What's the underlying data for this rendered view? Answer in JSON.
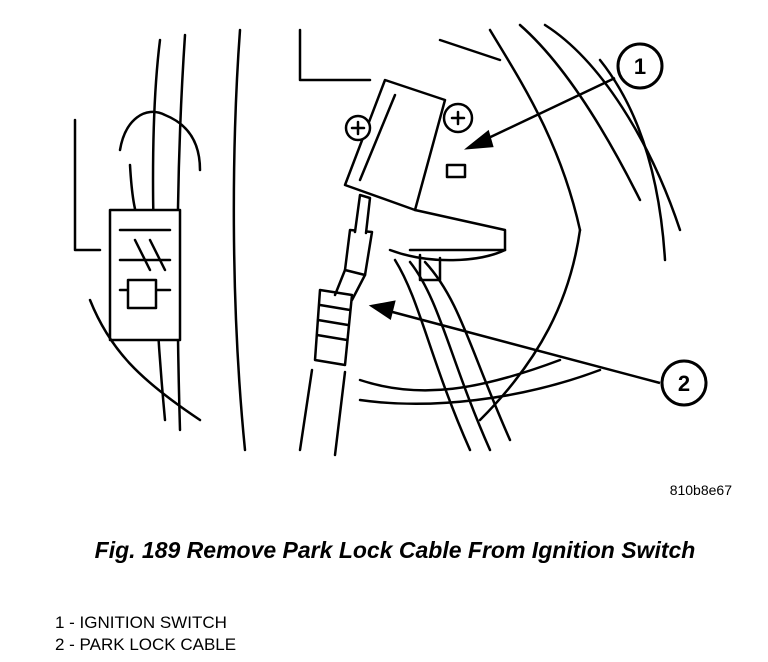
{
  "figure": {
    "reference_code": "810b8e67",
    "caption": "Fig. 189 Remove Park Lock Cable From Ignition Switch"
  },
  "callouts": [
    {
      "number": "1",
      "label": "1 - IGNITION SWITCH"
    },
    {
      "number": "2",
      "label": "2 - PARK LOCK CABLE"
    }
  ],
  "colors": {
    "line": "#000000",
    "background": "#ffffff"
  }
}
